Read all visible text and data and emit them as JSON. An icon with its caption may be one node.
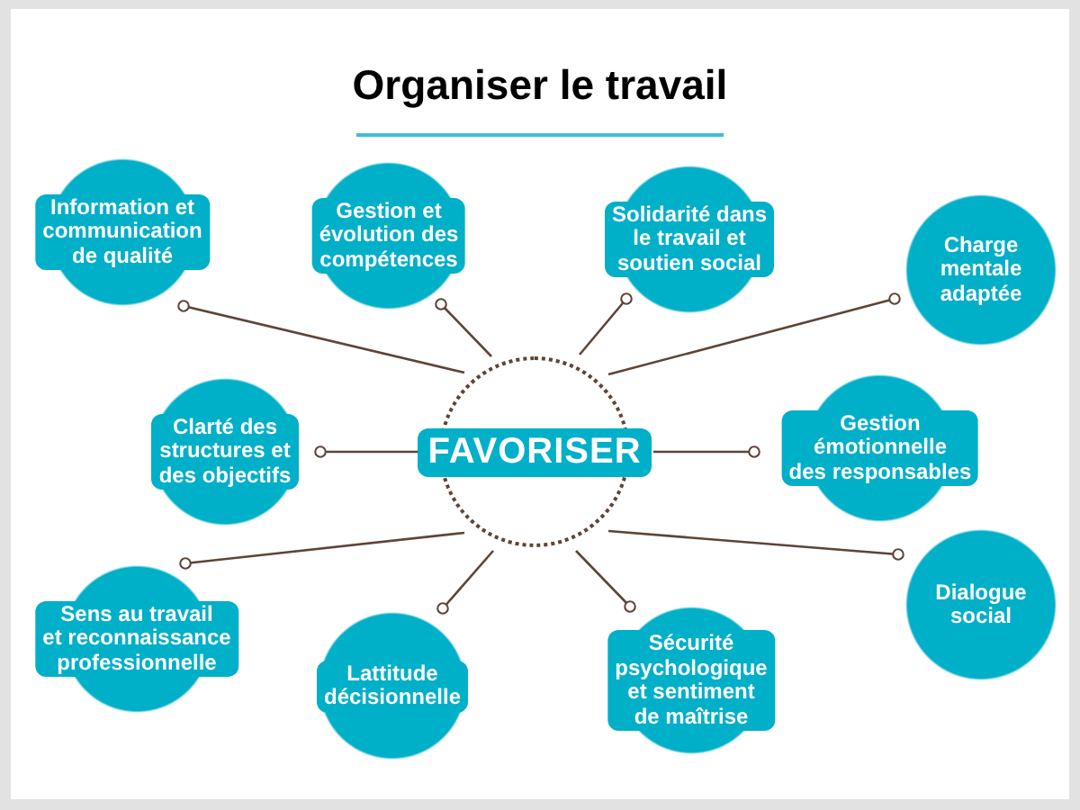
{
  "diagram": {
    "title": "Organiser le travail",
    "nodes": [
      {
        "text": [
          "Information et communication de qualité"
        ]
      },
      {
        "text": [
          "Gestion et évolution des compétences"
        ]
      },
      {
        "text": [
          "Solidarité dans le travail et soutien social"
        ]
      },
      {
        "text": [
          "Charge mentale adaptée"
        ]
      },
      {
        "text": [
          "Clarté des structures et des objectifs"
        ]
      },
      {
        "text": [
          "FAVORISER"
        ]
      },
      {
        "text": [
          "Gestion émotionnelle des responsables"
        ]
      },
      {
        "text": [
          "Sens au travail et reconnaissance professionnelle"
        ]
      },
      {
        "text": [
          "Lattitude décisionnelle"
        ]
      },
      {
        "text": [
          "Sécurité psychologique et sentiment de maîtrise"
        ]
      },
      {
        "text": [
          "Dialogue social"
        ]
      }
    ],
    "edges": [
      {
        "from": 5,
        "to": 0,
        "arrow": "other"
      },
      {
        "from": 5,
        "to": 1,
        "arrow": "other"
      },
      {
        "from": 5,
        "to": 2,
        "arrow": "other"
      },
      {
        "from": 5,
        "to": 3,
        "arrow": "other"
      },
      {
        "from": 5,
        "to": 4,
        "arrow": "other"
      },
      {
        "from": 5,
        "to": 6,
        "arrow": "other"
      },
      {
        "from": 5,
        "to": 7,
        "arrow": "other"
      },
      {
        "from": 5,
        "to": 8,
        "arrow": "other"
      },
      {
        "from": 5,
        "to": 9,
        "arrow": "other"
      },
      {
        "from": 5,
        "to": 10,
        "arrow": "other"
      }
    ]
  }
}
